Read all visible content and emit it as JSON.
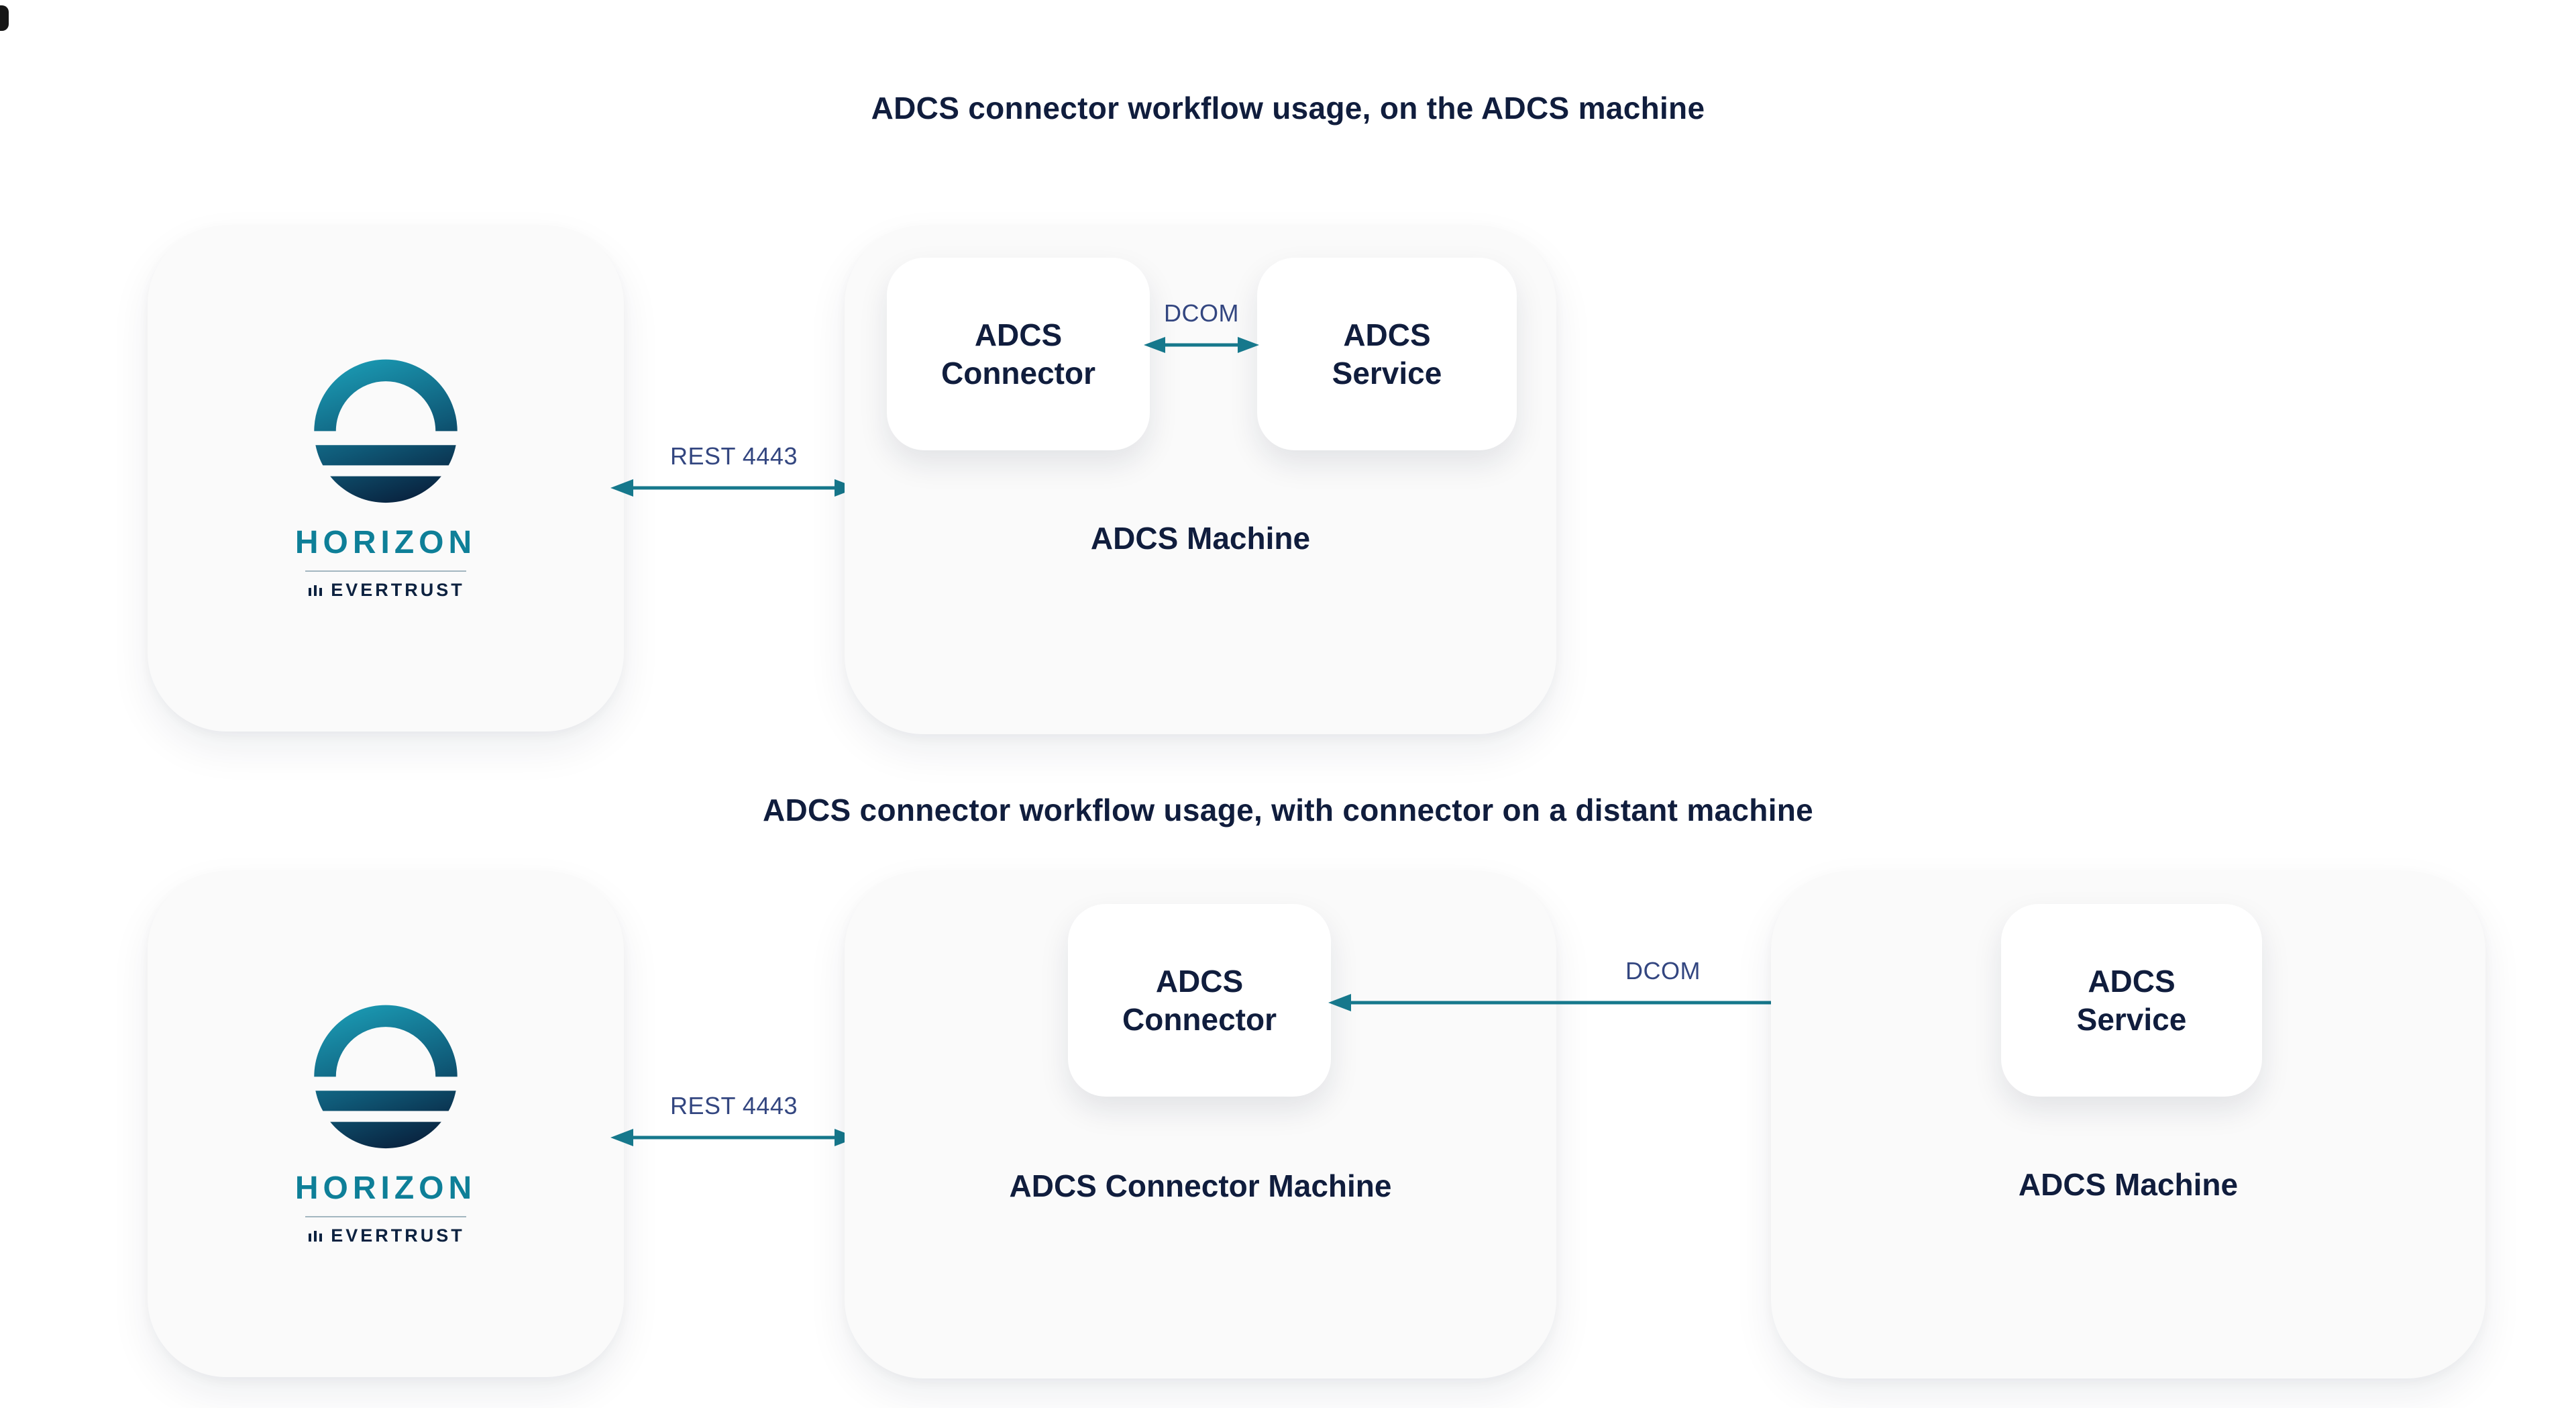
{
  "titles": {
    "top": "ADCS connector workflow usage, on the ADCS machine",
    "bottom": "ADCS connector workflow usage, with connector on a distant machine"
  },
  "brand": {
    "name": "HORIZON",
    "company": "EVERTRUST"
  },
  "labels": {
    "rest": "REST 4443",
    "dcom": "DCOM"
  },
  "top_diagram": {
    "machine_label": "ADCS Machine",
    "connector_card": "ADCS Connector",
    "service_card": "ADCS Service"
  },
  "bottom_diagram": {
    "connector_machine_label": "ADCS Connector Machine",
    "connector_card": "ADCS Connector",
    "machine_label": "ADCS Machine",
    "service_card": "ADCS Service"
  },
  "colors": {
    "arrow_teal": "#16788c",
    "heading_navy": "#101d3d",
    "arrow_label_blue": "#334680",
    "horizon_teal": "#0e7f98",
    "evertrust_navy": "#0d2240",
    "panel_gray": "#fafafa",
    "logo_gradient_start": "#1b9cb5",
    "logo_gradient_end": "#081c38"
  }
}
